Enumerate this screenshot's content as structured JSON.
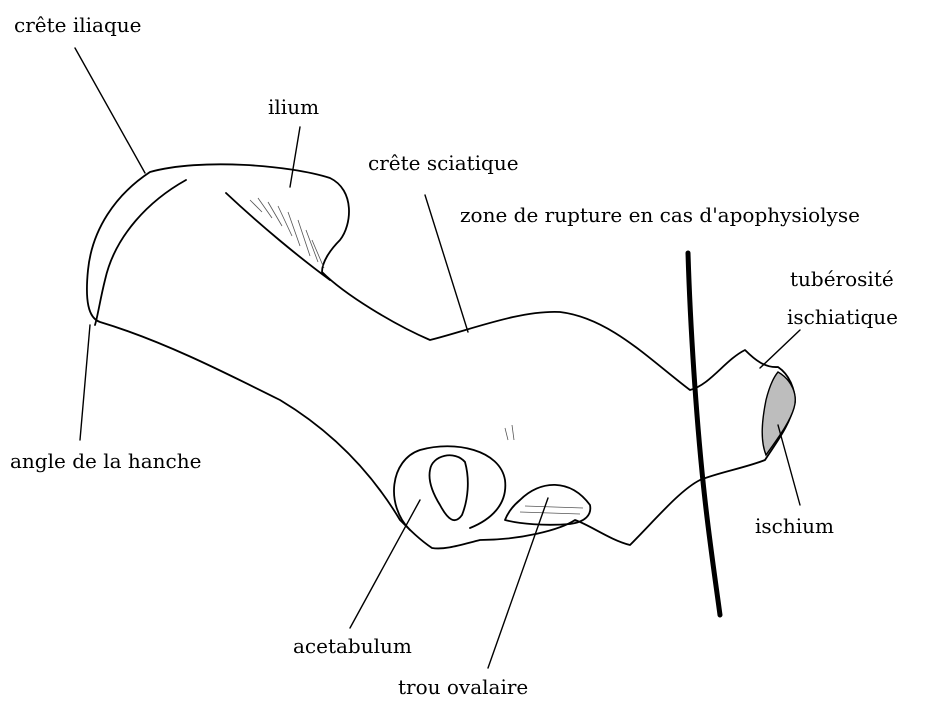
{
  "labels": {
    "crete_iliaque": "crête iliaque",
    "ilium": "ilium",
    "crete_sciatique": "crête sciatique",
    "zone_rupture": "zone de rupture en cas d'apophysiolyse",
    "tuberosite_line1": "tubérosité",
    "tuberosite_line2": "ischiatique",
    "angle_hanche": "angle de la hanche",
    "ischium": "ischium",
    "acetabulum": "acetabulum",
    "trou_ovalaire": "trou ovalaire"
  },
  "colors": {
    "ink": "#000000",
    "shading": "#bdbdbd",
    "background": "#ffffff"
  }
}
